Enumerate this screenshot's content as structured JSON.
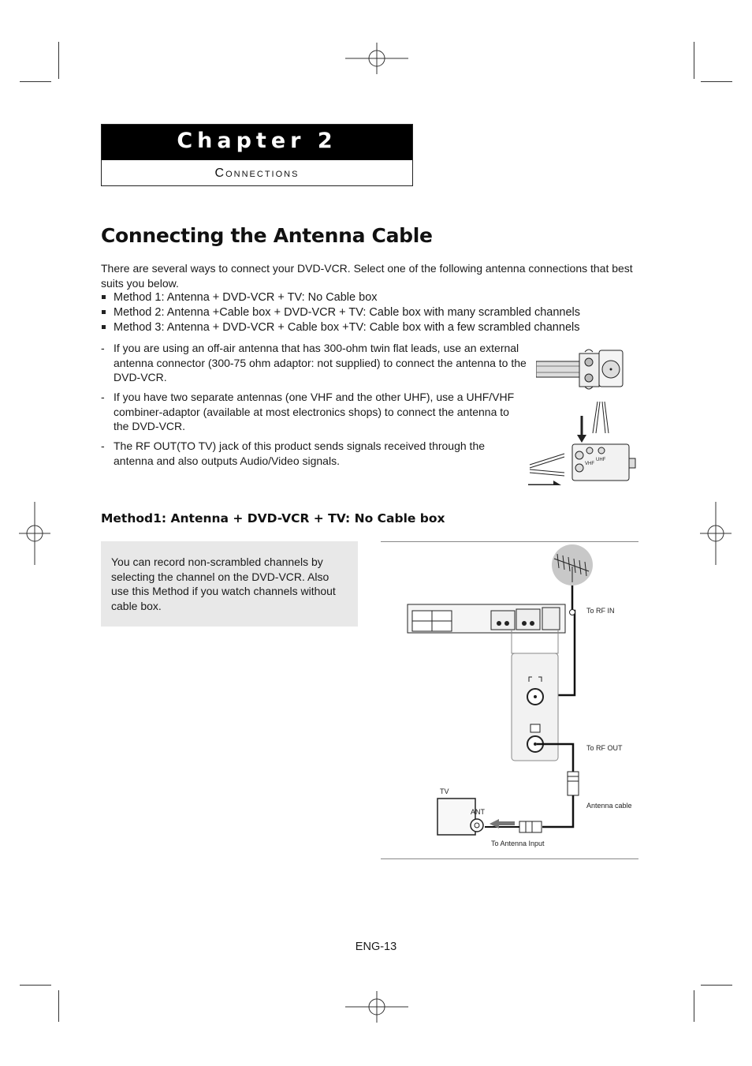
{
  "chapter": {
    "title": "Chapter 2",
    "subtitle": "Connections"
  },
  "section": {
    "title": "Connecting the Antenna Cable"
  },
  "intro": "There are several ways to connect your DVD-VCR. Select one of the following antenna connections that best suits you below.",
  "methods": [
    {
      "prefix": "Method 1:",
      "text": "Antenna + DVD-VCR + TV: No Cable box"
    },
    {
      "prefix": "Method 2:",
      "text": "Antenna +Cable box + DVD-VCR + TV: Cable box with many scrambled channels"
    },
    {
      "prefix": "Method 3:",
      "text": "Antenna + DVD-VCR + Cable box +TV: Cable box with a few scrambled channels"
    }
  ],
  "notes": [
    "If you are using an off-air antenna that has 300-ohm twin flat leads, use an external antenna connector (300-75 ohm adaptor: not supplied) to connect the antenna to the DVD-VCR.",
    "If you have two separate antennas (one VHF and the other UHF), use a UHF/VHF combiner-adaptor (available at most electronics shops) to connect the antenna to the DVD-VCR.",
    "The RF OUT(TO TV) jack of this product sends signals received through the antenna and also outputs Audio/Video signals."
  ],
  "method1": {
    "heading": "Method1: Antenna + DVD-VCR + TV: No Cable box",
    "note": "You can record non-scrambled channels by selecting the channel on the DVD-VCR. Also use this Method if you watch channels without cable box."
  },
  "diagram": {
    "to_rf_in": "To RF IN",
    "to_rf_out": "To RF OUT",
    "antenna_cable": "Antenna cable",
    "tv": "TV",
    "ant": "ANT",
    "to_antenna_input": "To Antenna Input",
    "uhf": "UHF",
    "vhf": "VHF"
  },
  "page_number": "ENG-13"
}
